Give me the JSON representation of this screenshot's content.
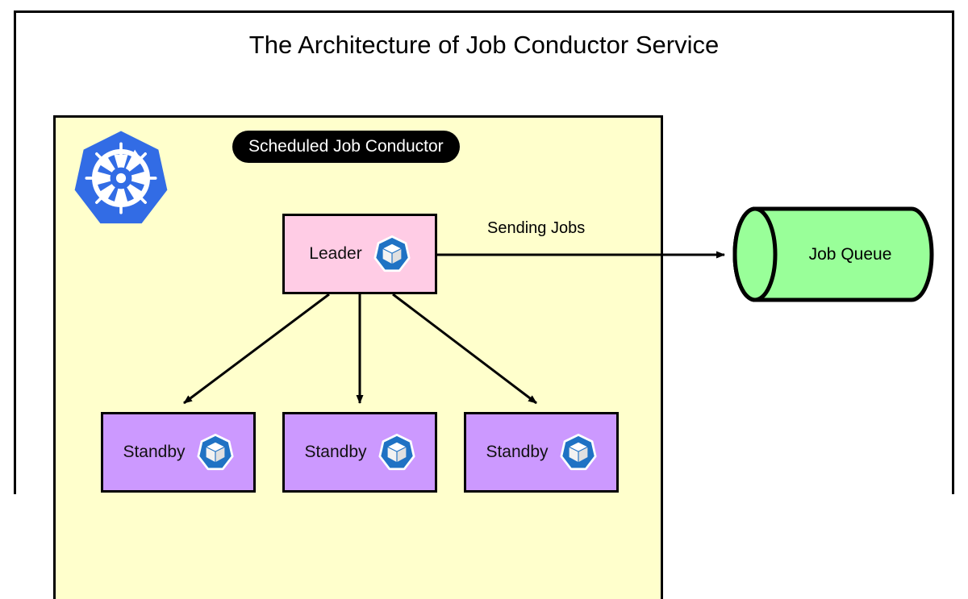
{
  "page": {
    "title": "The Architecture of Job Conductor Service",
    "background_color": "#ffffff",
    "frame_color": "#000000"
  },
  "cluster": {
    "name": "Scheduled Job Conductor",
    "pill_label": "Scheduled Job Conductor",
    "background_color": "#ffffcc",
    "border_color": "#000000",
    "platform_icon": "kubernetes-helm-icon"
  },
  "nodes": {
    "leader": {
      "label": "Leader",
      "icon": "kubernetes-pod-icon",
      "fill_color": "#ffcce5"
    },
    "standbys": [
      {
        "label": "Standby",
        "icon": "kubernetes-pod-icon",
        "fill_color": "#cc99ff"
      },
      {
        "label": "Standby",
        "icon": "kubernetes-pod-icon",
        "fill_color": "#cc99ff"
      },
      {
        "label": "Standby",
        "icon": "kubernetes-pod-icon",
        "fill_color": "#cc99ff"
      }
    ],
    "queue": {
      "label": "Job Queue",
      "shape": "cylinder",
      "fill_color": "#99ff99",
      "border_color": "#000000"
    }
  },
  "edges": {
    "leader_to_queue": {
      "label": "Sending Jobs",
      "from": "leader",
      "to": "queue",
      "style": "solid-arrow"
    },
    "leader_to_standbys": {
      "label": "",
      "from": "leader",
      "to": "standbys",
      "style": "solid-arrow",
      "count": 3
    }
  },
  "colors": {
    "kubernetes_blue": "#326ce5",
    "cluster_yellow": "#ffffcc",
    "leader_pink": "#ffcce5",
    "standby_purple": "#cc99ff",
    "queue_green": "#99ff99",
    "stroke": "#000000"
  }
}
